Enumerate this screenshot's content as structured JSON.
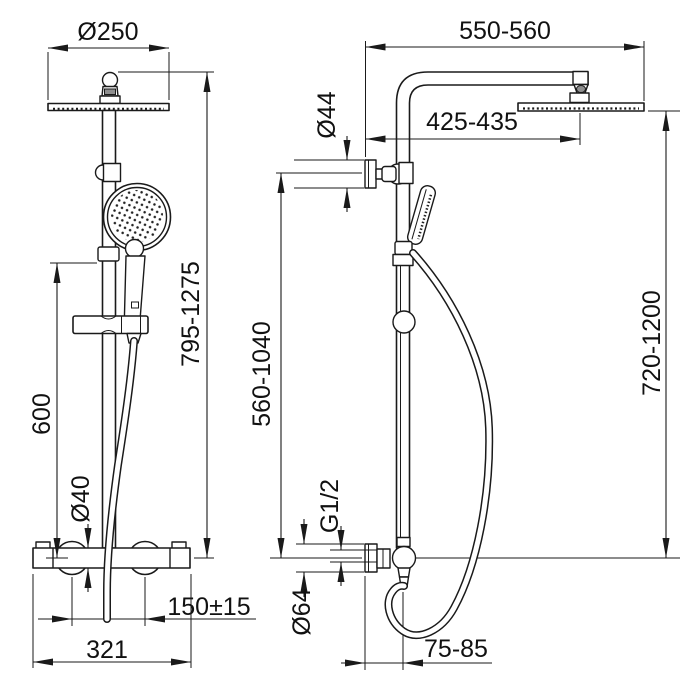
{
  "views": {
    "front": {
      "dims": {
        "head_diameter": "Ø250",
        "overall_height": "795-1275",
        "slide_bar_length": "600",
        "valve_body_diameter": "Ø40",
        "connection_spacing": "150±15",
        "valve_width": "321"
      }
    },
    "side": {
      "dims": {
        "arm_projection": "550-560",
        "head_center_projection": "425-435",
        "wall_bracket_diameter": "Ø44",
        "bracket_height_range": "560-1040",
        "head_height_range": "720-1200",
        "thread_size": "G1/2",
        "escutcheon_diameter": "Ø64",
        "wall_distance": "75-85"
      }
    }
  }
}
